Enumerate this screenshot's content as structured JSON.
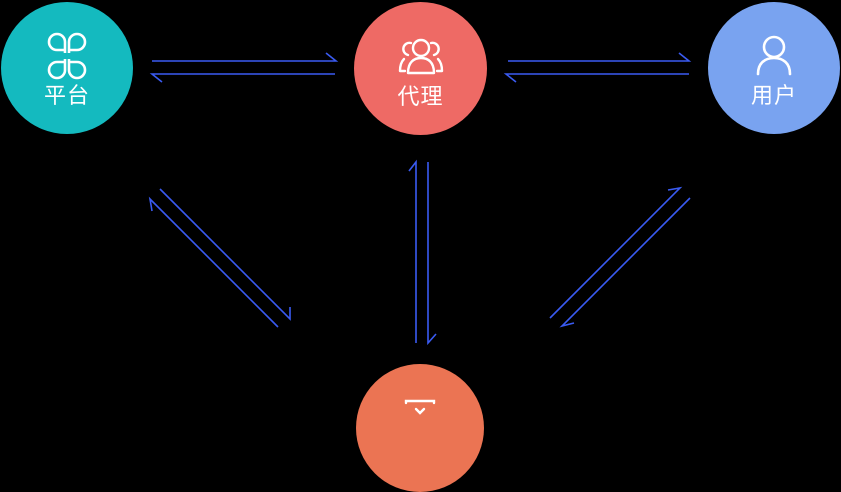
{
  "nodes": {
    "platform": {
      "label": "平台",
      "color": "#14BABF",
      "icon": "grid-icon"
    },
    "agent": {
      "label": "代理",
      "color": "#EE6A65",
      "icon": "group-icon"
    },
    "user": {
      "label": "用户",
      "color": "#79A3F0",
      "icon": "person-icon"
    },
    "bottom": {
      "label": "",
      "color": "#EB7453",
      "icon": "monitor-icon"
    }
  },
  "arrow_color": "#3A5BF2",
  "background": "#000000"
}
